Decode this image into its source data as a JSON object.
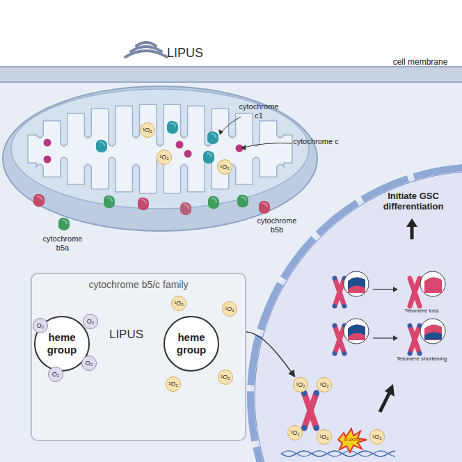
{
  "diagram": {
    "nodes": [
      {
        "text": [
          "cytochrome b5/c family"
        ]
      },
      {
        "text": [
          "heme group"
        ],
        "in": 0
      },
      {
        "text": [
          "heme group"
        ],
        "in": 0
      },
      {
        "text": [
          "O₂"
        ],
        "in": 0
      },
      {
        "text": [
          "O₂"
        ],
        "in": 0
      },
      {
        "text": [
          "O₂"
        ],
        "in": 0
      },
      {
        "text": [
          "O₂"
        ],
        "in": 0
      },
      {
        "text": [
          "¹O₂"
        ],
        "in": 0
      },
      {
        "text": [
          "¹O₂"
        ],
        "in": 0
      },
      {
        "text": [
          "¹O₂"
        ],
        "in": 0
      },
      {
        "text": [
          "¹O₂"
        ],
        "in": 0
      },
      {
        "text": [
          "¹O₂"
        ]
      },
      {
        "text": [
          "¹O₂"
        ]
      },
      {
        "text": [
          "¹O₂"
        ]
      },
      {
        "text": [
          "¹O₂"
        ]
      },
      {
        "text": [
          "¹O₂"
        ]
      },
      {
        "text": [
          "¹O₂"
        ]
      },
      {
        "text": [
          "¹O₂"
        ]
      },
      {
        "text": [
          "¹O₂"
        ]
      }
    ],
    "edges": [
      {
        "from": 1,
        "to": 2,
        "label": "LIPUS",
        "arrow": "to"
      },
      {
        "from": 2,
        "to": 14,
        "arrow": "to"
      }
    ],
    "labels": [
      "LIPUS",
      "cell membrane",
      "cytochrome c1",
      "cytochrome c",
      "cytochrome b5a",
      "cytochrome b5b",
      "Initiate GSC differentiation",
      "Telomere loss",
      "Telomere shortening",
      "8-oxoG"
    ]
  }
}
